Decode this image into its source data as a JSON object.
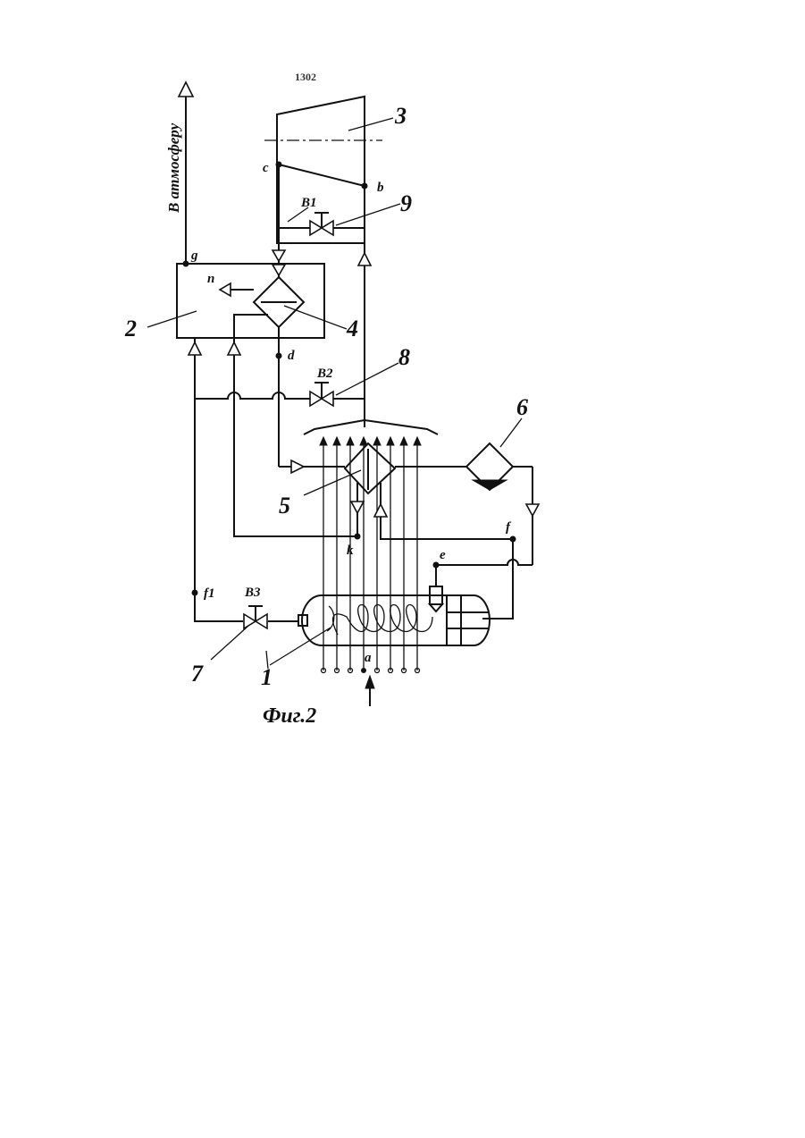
{
  "diagram": {
    "top_mark": "1302",
    "vertical_label": "В атмосферу",
    "caption": "Фиг.2",
    "components": [
      {
        "id": "1",
        "label": "1"
      },
      {
        "id": "2",
        "label": "2"
      },
      {
        "id": "3",
        "label": "3"
      },
      {
        "id": "4",
        "label": "4"
      },
      {
        "id": "5",
        "label": "5"
      },
      {
        "id": "6",
        "label": "6"
      },
      {
        "id": "7",
        "label": "7"
      },
      {
        "id": "8",
        "label": "8"
      },
      {
        "id": "9",
        "label": "9"
      }
    ],
    "valves": {
      "v1": "B1",
      "v2": "B2",
      "v3": "B3"
    },
    "points": {
      "a": "a",
      "b": "b",
      "c": "c",
      "d": "d",
      "e": "e",
      "f": "f",
      "f1": "f1",
      "g": "g",
      "k": "k",
      "n": "n"
    }
  }
}
